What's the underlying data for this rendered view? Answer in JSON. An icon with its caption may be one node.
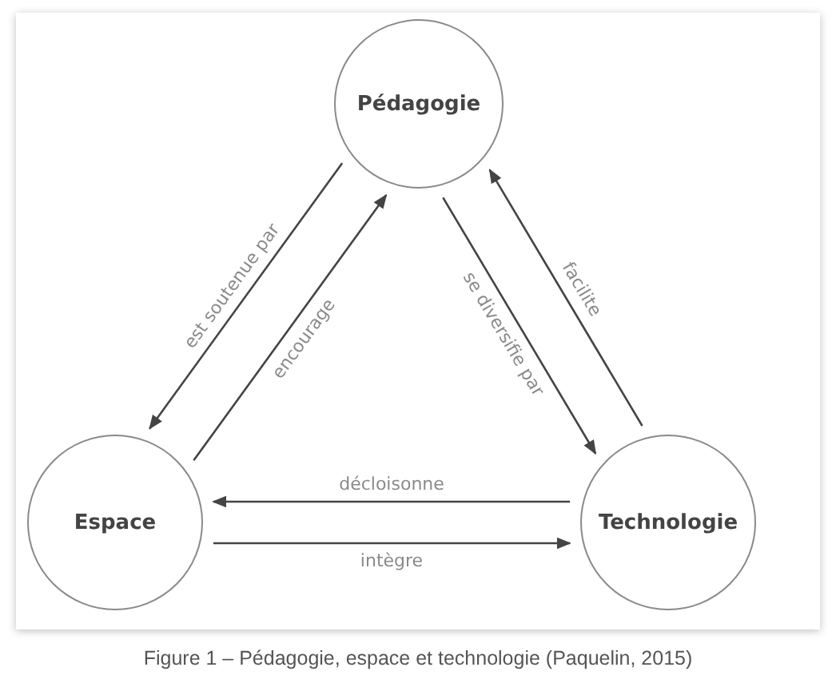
{
  "diagram": {
    "caption": "Figure 1 – Pédagogie, espace et technologie (Paquelin, 2015)",
    "nodes": [
      {
        "text": [
          "Pédagogie"
        ]
      },
      {
        "text": [
          "Espace"
        ]
      },
      {
        "text": [
          "Technologie"
        ]
      }
    ],
    "edges": [
      {
        "from": 0,
        "to": 1,
        "arrow": "to",
        "label": "est soutenue par"
      },
      {
        "from": 1,
        "to": 0,
        "arrow": "to",
        "label": "encourage"
      },
      {
        "from": 0,
        "to": 2,
        "arrow": "to",
        "label": "se diversifie par"
      },
      {
        "from": 2,
        "to": 0,
        "arrow": "to",
        "label": "facilite"
      },
      {
        "from": 2,
        "to": 1,
        "arrow": "to",
        "label": "décloisonne"
      },
      {
        "from": 1,
        "to": 2,
        "arrow": "to",
        "label": "intègre"
      }
    ]
  }
}
